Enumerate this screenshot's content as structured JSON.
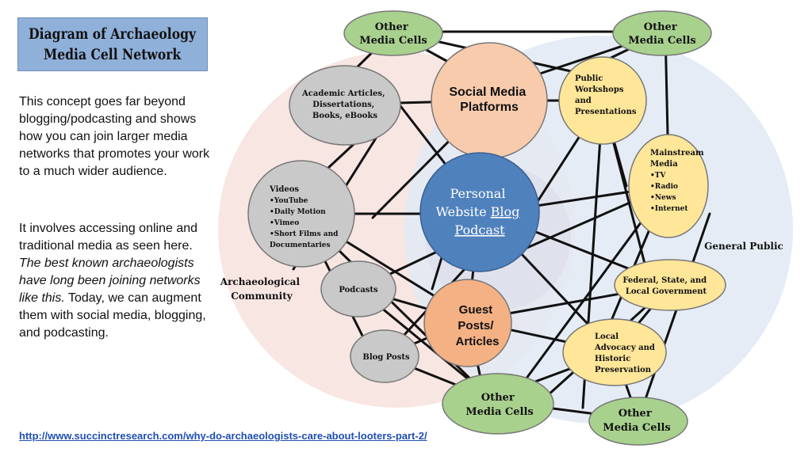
{
  "title": {
    "line1": "Diagram of Archaeology",
    "line2": "Media Cell Network"
  },
  "description": {
    "paragraph1": "This concept goes far beyond blogging/podcasting and shows how you can join larger media networks that promotes your work to a much wider audience.",
    "paragraph2_plain": "It involves accessing online and traditional media as seen here. ",
    "paragraph2_italic": "The best known archaeologists have long been joining networks like this.",
    "paragraph2_end": " Today, we can augment them with social media, blogging, and podcasting."
  },
  "source_url": "http://www.succinctresearch.com/why-do-archaeologists-care-about-looters-part-2/",
  "regions": {
    "archaeological_community": [
      "Archaeological",
      "Community"
    ],
    "general_public": [
      "General Public"
    ]
  },
  "nodes": {
    "other_cells_top_left": [
      "Other",
      "Media Cells"
    ],
    "other_cells_top_right": [
      "Other",
      "Media Cells"
    ],
    "social_media": [
      "Social Media",
      "Platforms"
    ],
    "academic": [
      "Academic Articles,",
      "Dissertations,",
      "Books, eBooks"
    ],
    "public_workshops": [
      "Public",
      "Workshops",
      "and",
      "Presentations"
    ],
    "mainstream_media": {
      "title": [
        "Mainstream",
        "Media"
      ],
      "items": [
        "•TV",
        "•Radio",
        "•News",
        "•Internet"
      ]
    },
    "videos": {
      "title": "Videos",
      "items": [
        "•YouTube",
        "•Daily Motion",
        "•Vimeo",
        "•Short Films and",
        "Documentaries"
      ]
    },
    "personal_website": {
      "line1": "Personal",
      "line2a": "Website ",
      "line2b": "Blog",
      "line3": "Podcast"
    },
    "podcasts": [
      "Podcasts"
    ],
    "government": [
      "Federal, State, and",
      "Local Government"
    ],
    "guest_posts": [
      "Guest",
      "Posts/",
      "Articles"
    ],
    "local_advocacy": [
      "Local",
      "Advocacy and",
      "Historic",
      "Preservation"
    ],
    "blog_posts": [
      "Blog Posts"
    ],
    "other_cells_bottom_center": [
      "Other",
      "Media Cells"
    ],
    "other_cells_bottom_right": [
      "Other",
      "Media Cells"
    ]
  },
  "colors": {
    "title_box": "#8fb0d9",
    "community_region": "#f7e3e0",
    "public_region": "#e1e9f5",
    "green_node": "#a9d18e",
    "gray_node": "#c9c9c9",
    "peach_node": "#f8cbad",
    "orange_node": "#f4b183",
    "yellow_node": "#ffe699",
    "blue_node": "#4f81bd",
    "link": "#1f4fb5"
  }
}
